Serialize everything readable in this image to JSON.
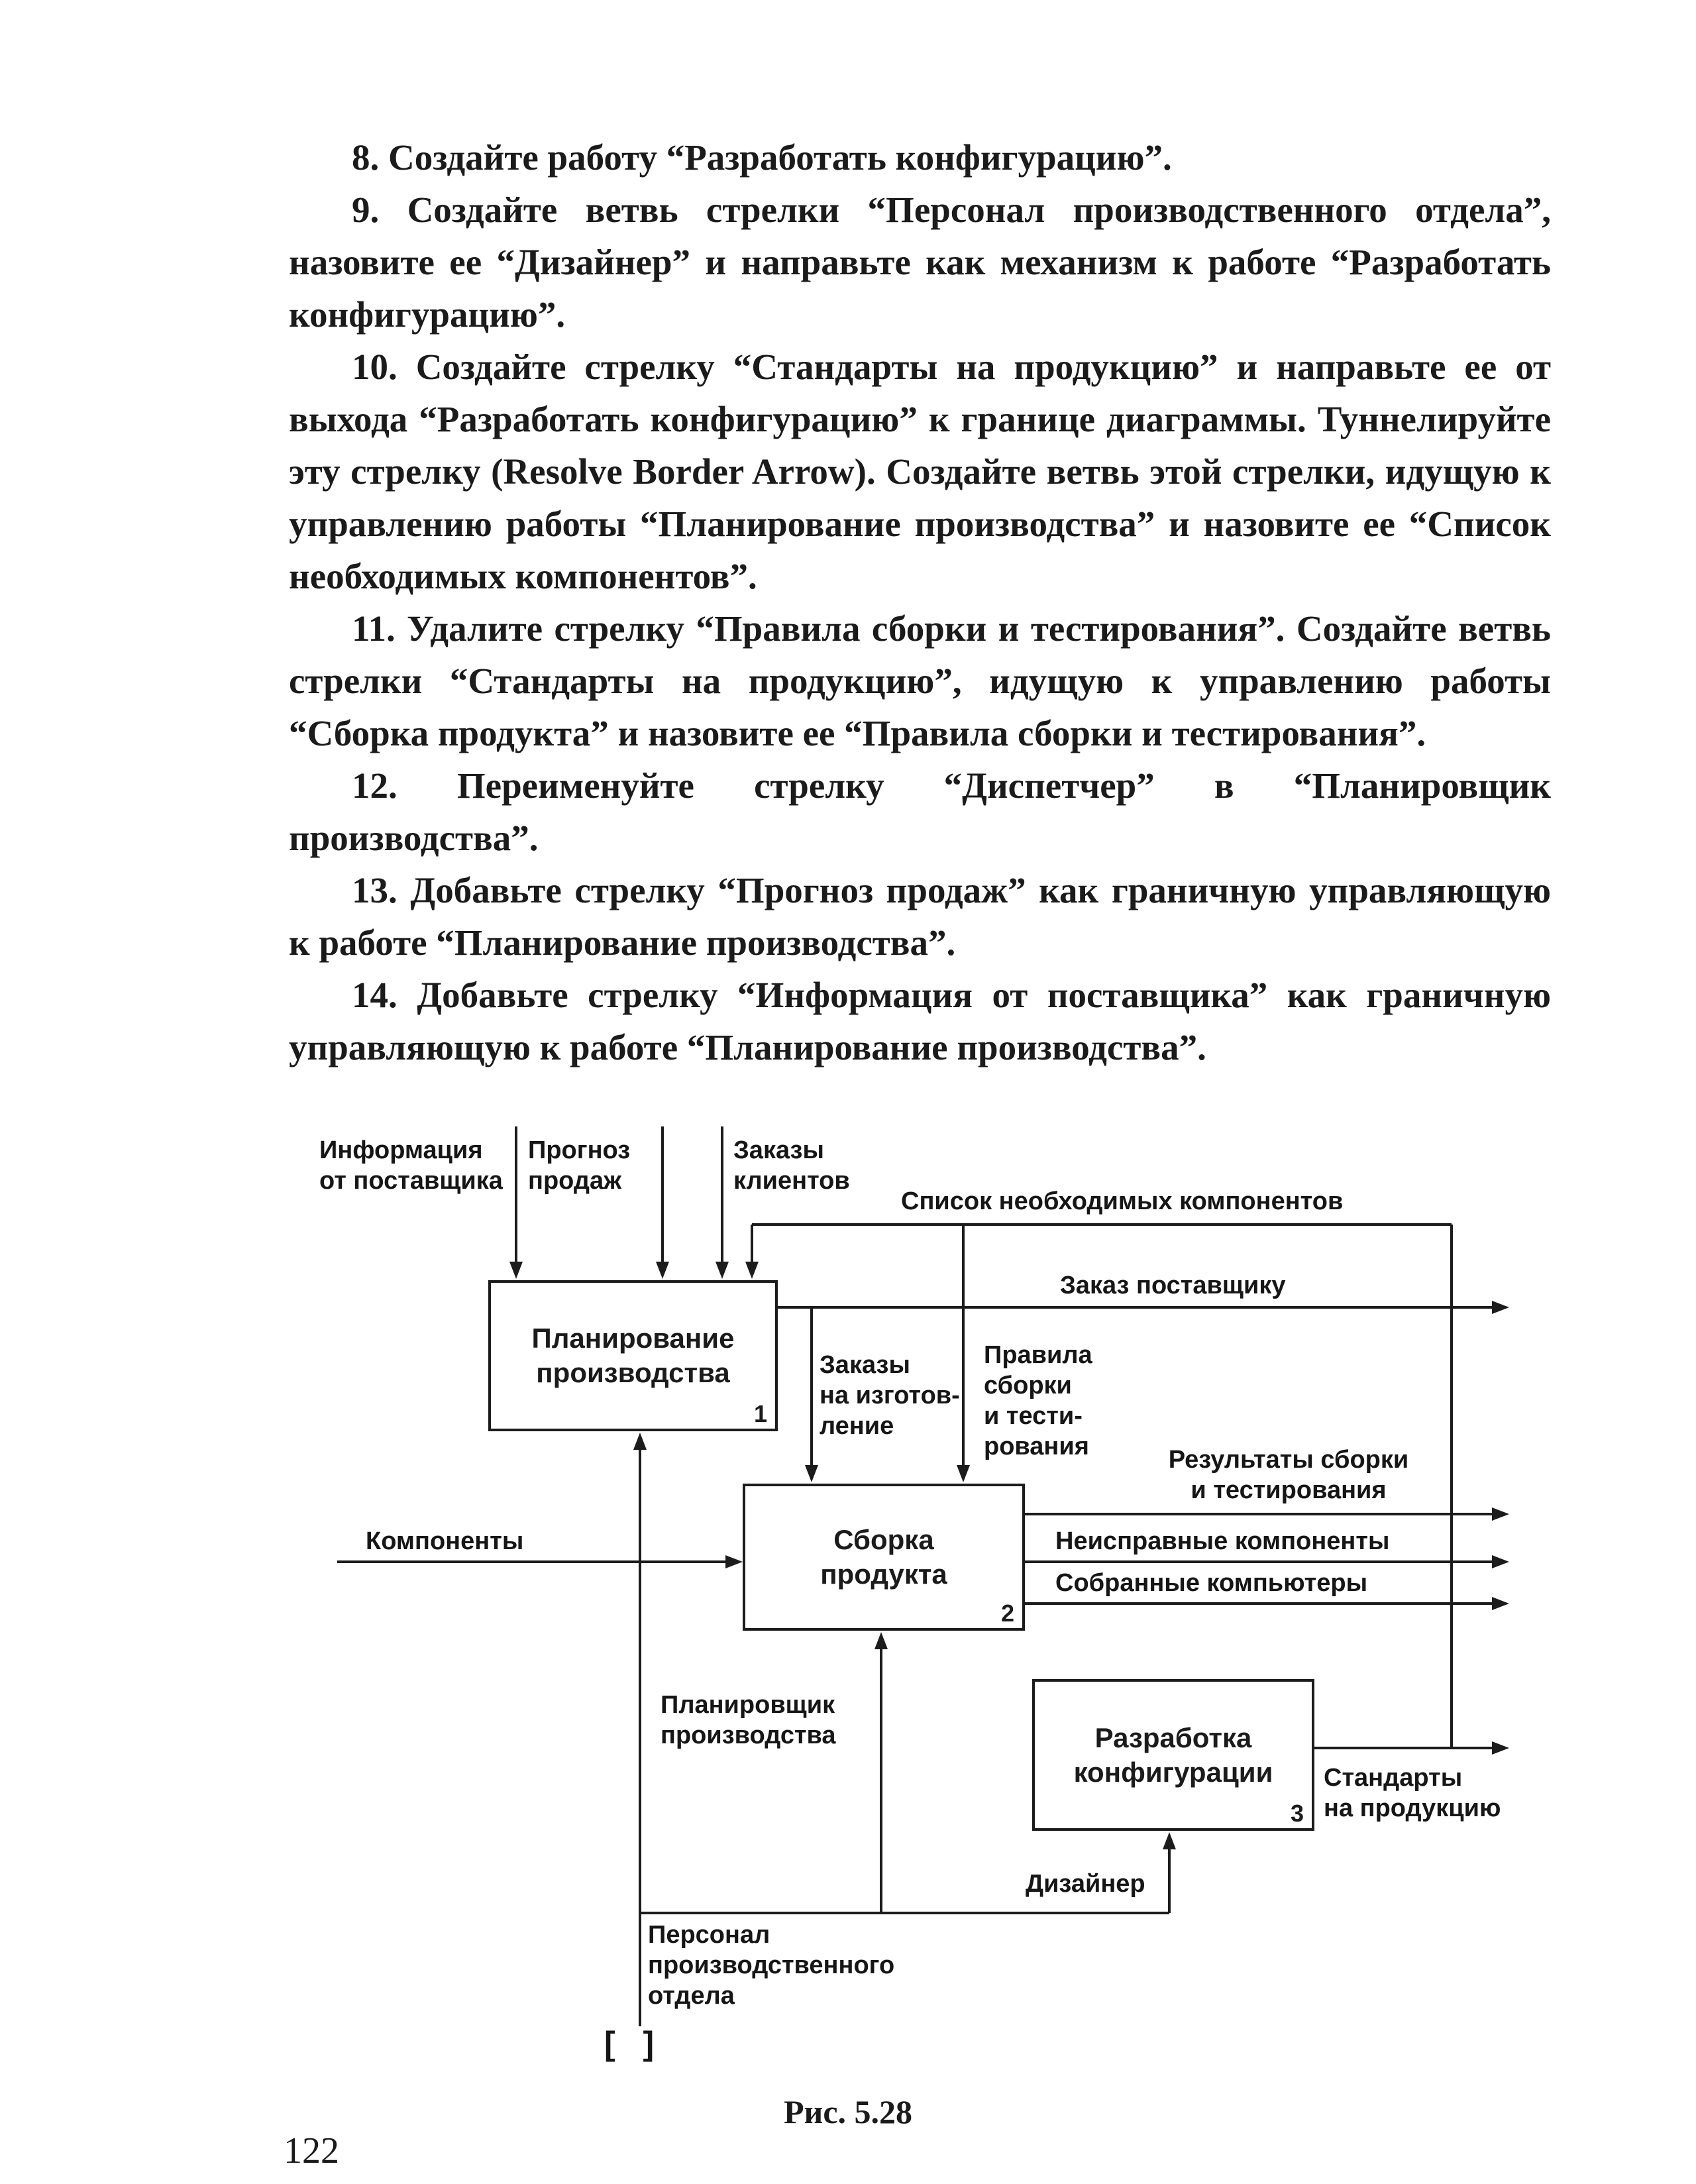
{
  "page": {
    "number": "122",
    "caption": "Рис. 5.28"
  },
  "colors": {
    "ink": "#1c1c1c",
    "paper": "#ffffff"
  },
  "instructions": [
    "8. Создайте работу “Разработать конфигурацию”.",
    "9. Создайте ветвь стрелки “Персонал производственного отдела”, назовите ее “Дизайнер” и направьте как механизм к работе “Разработать конфигурацию”.",
    "10. Создайте стрелку “Стандарты на продукцию” и направьте ее от выхода “Разработать конфигурацию” к границе диаграммы. Туннелируйте эту стрелку (Resolve Border Arrow). Создайте ветвь этой стрелки, идущую к управлению работы “Планирование производства” и назовите ее “Список необходимых компонентов”.",
    "11. Удалите стрелку “Правила сборки и тестирования”. Создайте ветвь стрелки “Стандарты на продукцию”, идущую к управлению работы “Сборка продукта” и назовите ее “Правила сборки и тестирования”.",
    "12. Переименуйте стрелку “Диспетчер” в “Планировщик производства”.",
    "13. Добавьте стрелку “Прогноз продаж” как граничную управляющую к работе “Планирование производства”.",
    "14. Добавьте стрелку “Информация от поставщика” как граничную управляющую к работе “Планирование производства”."
  ],
  "diagram": {
    "boxes": [
      {
        "title_lines": [
          "Планирование",
          "производства"
        ],
        "number": "1"
      },
      {
        "title_lines": [
          "Сборка",
          "продукта"
        ],
        "number": "2"
      },
      {
        "title_lines": [
          "Разработка",
          "конфигурации"
        ],
        "number": "3"
      }
    ],
    "labels": {
      "info_supplier": [
        "Информация",
        "от поставщика"
      ],
      "sales_forecast": [
        "Прогноз",
        "продаж"
      ],
      "client_orders": [
        "Заказы",
        "клиентов"
      ],
      "components_list": "Список необходимых компонентов",
      "supplier_order": "Заказ поставщику",
      "manufacturing_orders": [
        "Заказы",
        "на изготов-",
        "ление"
      ],
      "assembly_rules": [
        "Правила",
        "сборки",
        "и тести-",
        "рования"
      ],
      "components": "Компоненты",
      "assembly_results": [
        "Результаты сборки",
        "и тестирования"
      ],
      "faulty_components": "Неисправные компоненты",
      "assembled_computers": "Собранные компьютеры",
      "production_planner": [
        "Планировщик",
        "производства"
      ],
      "product_standards": [
        "Стандарты",
        "на продукцию"
      ],
      "designer": "Дизайнер",
      "personnel": [
        "Персонал",
        "производственного",
        "отдела"
      ],
      "tunnel_bracket": "[ ]"
    }
  }
}
